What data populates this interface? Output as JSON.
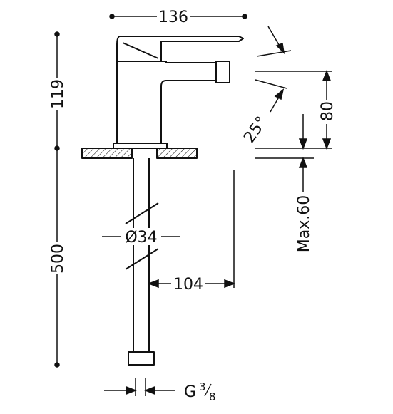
{
  "drawing": {
    "width_top": "136",
    "total_height": "119",
    "spout_height": "80",
    "angle": "25°",
    "max_thickness": "Max.60",
    "column_length": "500",
    "hose_diameter": "Ø34",
    "reach": "104",
    "thread": "G",
    "thread_num": "3",
    "thread_den": "8"
  },
  "colors": {
    "line": "#111111",
    "fill": "#ffffff"
  }
}
